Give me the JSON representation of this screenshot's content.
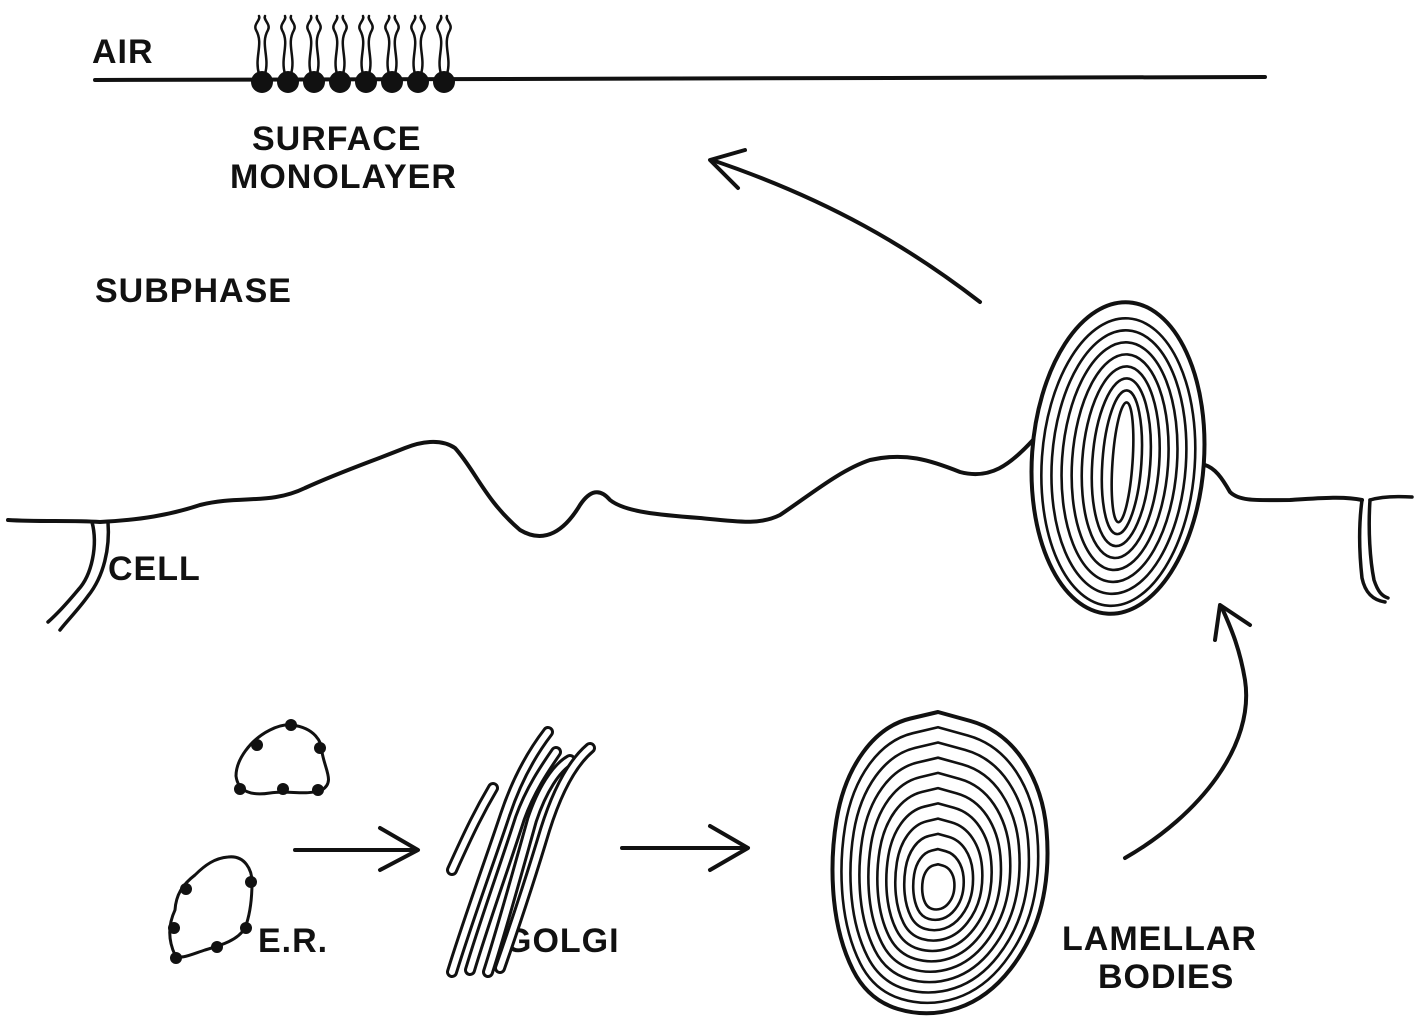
{
  "labels": {
    "air": "AIR",
    "surface_line1": "SURFACE",
    "surface_line2": "MONOLAYER",
    "subphase": "SUBPHASE",
    "cell": "CELL",
    "er": "E.R.",
    "golgi": "GOLGI",
    "lamellar_line1": "LAMELLAR",
    "lamellar_line2": "BODIES"
  },
  "colors": {
    "ink": "#111111",
    "paper": "#ffffff"
  }
}
